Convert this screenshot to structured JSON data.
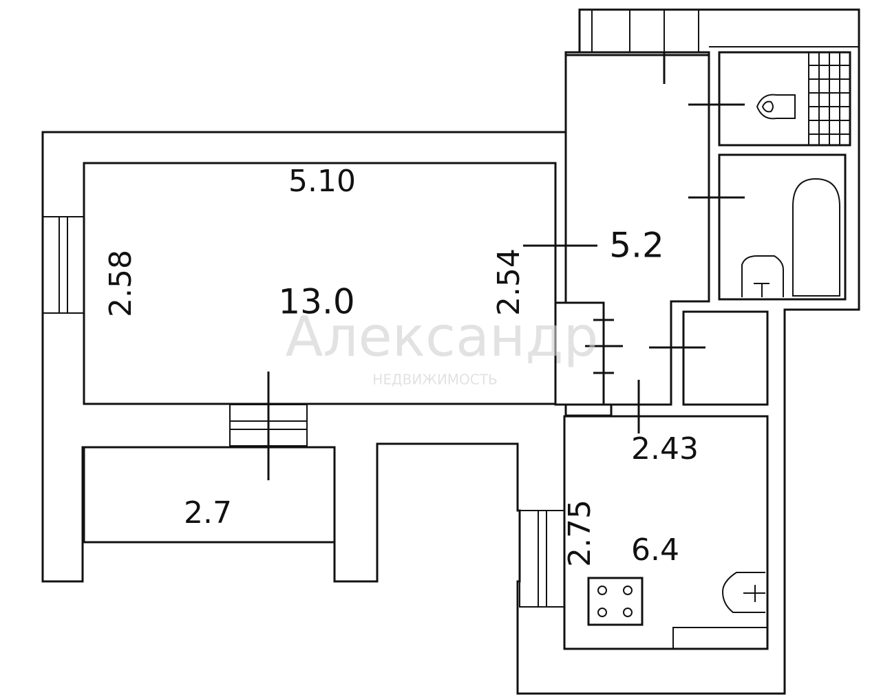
{
  "dimensions": {
    "living_width": "5.10",
    "living_left": "2.58",
    "living_right": "2.54",
    "hall_width": "2.43",
    "kitchen_depth": "2.75"
  },
  "areas": {
    "living": "13.0",
    "hallway": "5.2",
    "balcony": "2.7",
    "kitchen": "6.4"
  },
  "watermark": {
    "main": "Александр",
    "sub": "НЕДВИЖИМОСТЬ"
  },
  "icons": {
    "door_ticks": "door-marker-icon",
    "stove": "stove-icon",
    "sink": "sink-icon",
    "toilet": "toilet-icon",
    "bathtub": "bathtub-icon",
    "window": "window-icon"
  },
  "colors": {
    "line": "#111111",
    "background": "#ffffff",
    "watermark": "#d0d0d0"
  }
}
